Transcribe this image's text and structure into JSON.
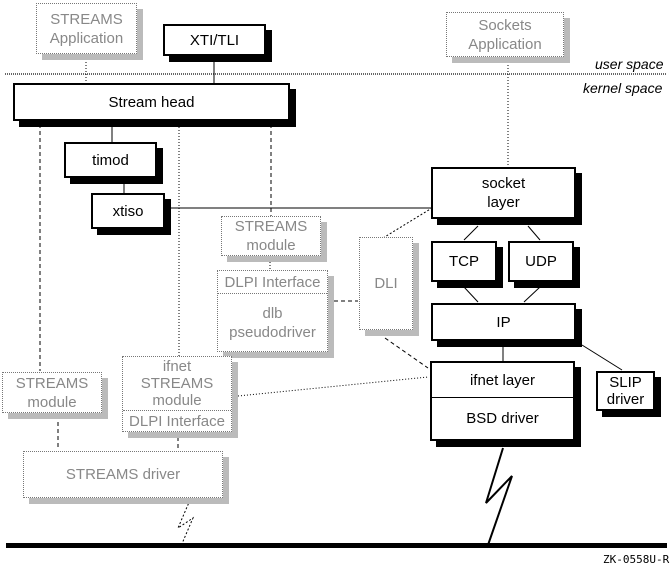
{
  "diagram": {
    "regions": {
      "user_space": "user space",
      "kernel_space": "kernel space"
    },
    "boxes": {
      "streams_app": "STREAMS\nApplication",
      "xti_tli": "XTI/TLI",
      "sockets_app": "Sockets\nApplication",
      "stream_head": "Stream head",
      "timod": "timod",
      "xtiso": "xtiso",
      "streams_module_mid": "STREAMS\nmodule",
      "dlpi_interface_mid": "DLPI Interface",
      "dlb_pseudodriver": "dlb\npseudodriver",
      "dli": "DLI",
      "socket_layer": "socket\nlayer",
      "tcp": "TCP",
      "udp": "UDP",
      "ip": "IP",
      "ifnet_layer": "ifnet layer",
      "bsd_driver": "BSD driver",
      "slip_driver": "SLIP\ndriver",
      "streams_module_left": "STREAMS\nmodule",
      "ifnet_streams_module": "ifnet\nSTREAMS\nmodule",
      "dlpi_interface_low": "DLPI Interface",
      "streams_driver": "STREAMS driver"
    },
    "figure_id": "ZK-0558U-R"
  }
}
